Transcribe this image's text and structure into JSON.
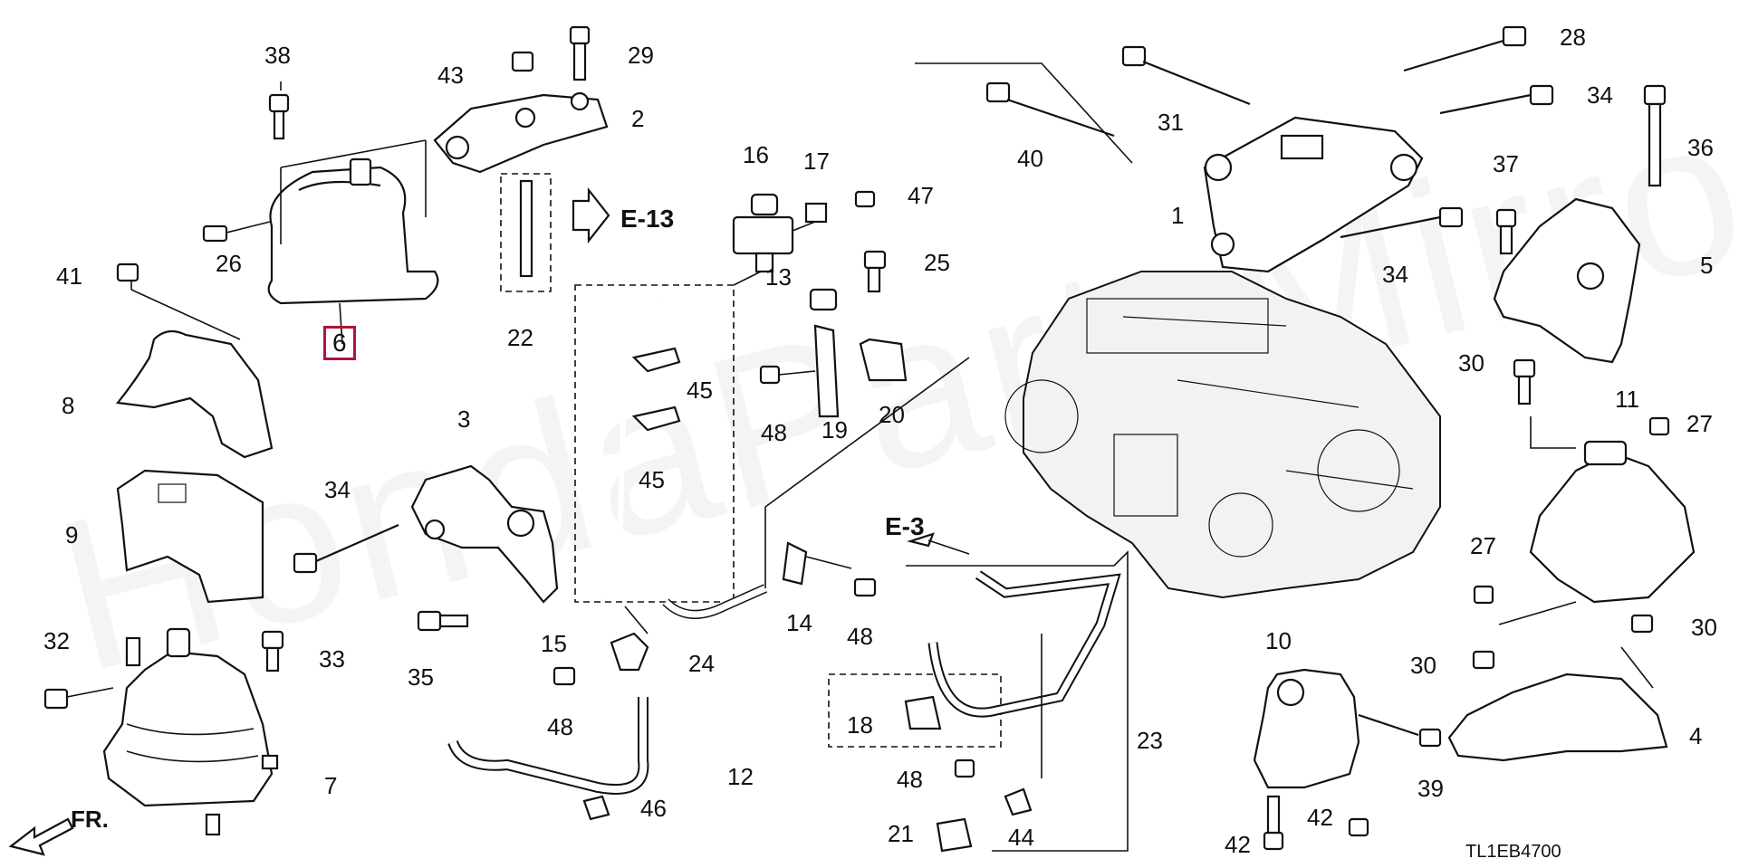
{
  "diagram": {
    "code": "TL1EB4700",
    "watermark": "HondaPartsMirror.ru",
    "front_indicator": "FR.",
    "references": {
      "e13": "E-13",
      "e3": "E-3"
    },
    "highlighted_part": "6",
    "callouts": {
      "c1": "1",
      "c2": "2",
      "c3": "3",
      "c4": "4",
      "c5": "5",
      "c7": "7",
      "c8": "8",
      "c9": "9",
      "c10": "10",
      "c11": "11",
      "c12": "12",
      "c13": "13",
      "c14": "14",
      "c15": "15",
      "c16": "16",
      "c17": "17",
      "c18": "18",
      "c19": "19",
      "c20": "20",
      "c21": "21",
      "c22": "22",
      "c23": "23",
      "c24": "24",
      "c25": "25",
      "c26": "26",
      "c27a": "27",
      "c27b": "27",
      "c28": "28",
      "c29": "29",
      "c30a": "30",
      "c30b": "30",
      "c30c": "30",
      "c31": "31",
      "c32": "32",
      "c33": "33",
      "c34a": "34",
      "c34b": "34",
      "c34c": "34",
      "c35": "35",
      "c36": "36",
      "c37": "37",
      "c38": "38",
      "c39": "39",
      "c40": "40",
      "c41": "41",
      "c42a": "42",
      "c42b": "42",
      "c43": "43",
      "c44": "44",
      "c45a": "45",
      "c45b": "45",
      "c46": "46",
      "c47": "47",
      "c48a": "48",
      "c48b": "48",
      "c48c": "48",
      "c48d": "48"
    }
  }
}
